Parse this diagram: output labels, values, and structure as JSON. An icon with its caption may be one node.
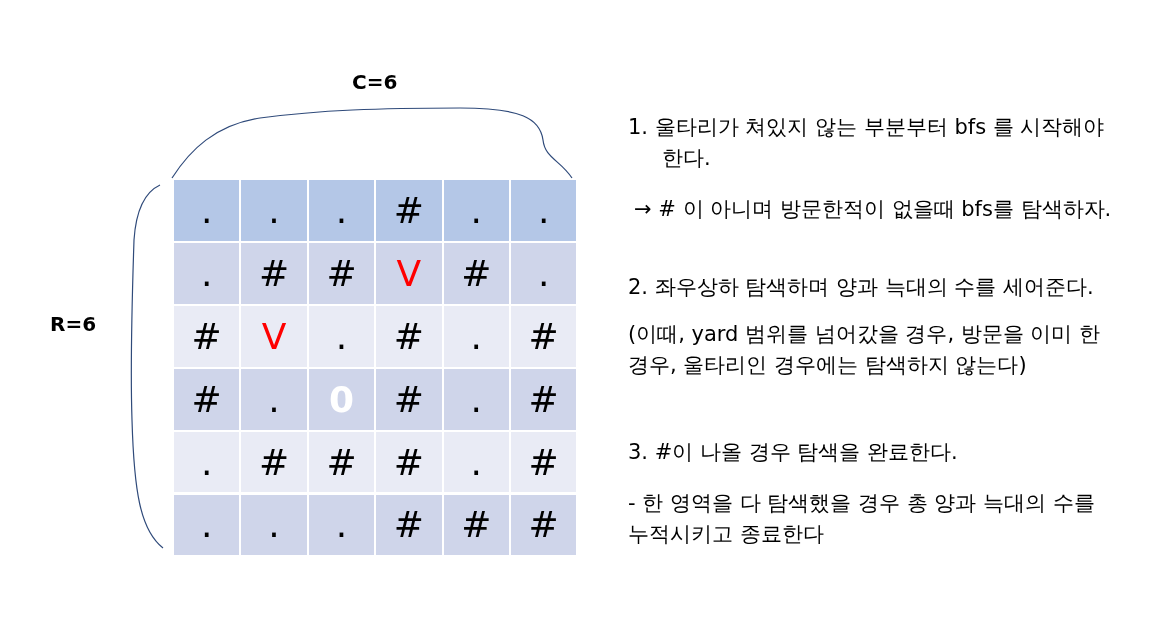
{
  "diagram": {
    "labels": [
      "C=6",
      "R=6",
      ".",
      ".",
      ".",
      "#",
      ".",
      ".",
      ".",
      "#",
      "#",
      "V",
      "#",
      ".",
      "#",
      "V",
      ".",
      "#",
      ".",
      "#",
      "#",
      ".",
      "0",
      "#",
      ".",
      "#",
      ".",
      "#",
      "#",
      "#",
      ".",
      "#",
      ".",
      ".",
      ".",
      "#",
      "#",
      "#",
      "1. 울타리가 쳐있지 않는 부분부터 bfs 를 시작해야 한다.",
      "→ # 이 아니며 방문한적이 없을때 bfs를 탐색하자.",
      "2. 좌우상하 탐색하며 양과 늑대의 수를 세어준다.",
      "(이때, yard 범위를 넘어갔을 경우, 방문을 이미 한 경우, 울타리인 경우에는 탐색하지 않는다)",
      "3. #이 나올 경우 탐색을 완료한다.",
      "- 한 영역을 다 탐색했을 경우 총 양과 늑대의 수를 누적시키고 종료한다"
    ]
  }
}
